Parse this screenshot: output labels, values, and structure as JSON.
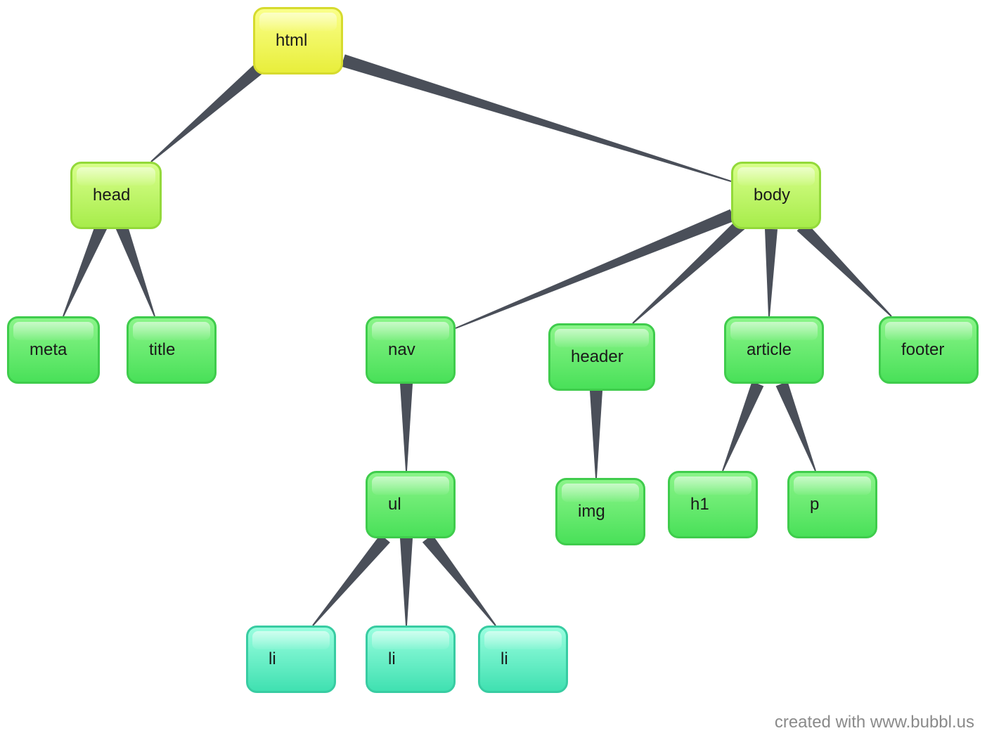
{
  "diagram": {
    "type": "tree",
    "root": "html",
    "nodes": [
      {
        "id": "html",
        "label": "html",
        "level": "root"
      },
      {
        "id": "head",
        "label": "head",
        "level": "1"
      },
      {
        "id": "body",
        "label": "body",
        "level": "1"
      },
      {
        "id": "meta",
        "label": "meta",
        "level": "2"
      },
      {
        "id": "title",
        "label": "title",
        "level": "2"
      },
      {
        "id": "nav",
        "label": "nav",
        "level": "2"
      },
      {
        "id": "header",
        "label": "header",
        "level": "2"
      },
      {
        "id": "article",
        "label": "article",
        "level": "2"
      },
      {
        "id": "footer",
        "label": "footer",
        "level": "2"
      },
      {
        "id": "ul",
        "label": "ul",
        "level": "2"
      },
      {
        "id": "img",
        "label": "img",
        "level": "2"
      },
      {
        "id": "h1",
        "label": "h1",
        "level": "2"
      },
      {
        "id": "p",
        "label": "p",
        "level": "2"
      },
      {
        "id": "li1",
        "label": "li",
        "level": "3"
      },
      {
        "id": "li2",
        "label": "li",
        "level": "3"
      },
      {
        "id": "li3",
        "label": "li",
        "level": "3"
      }
    ],
    "edges": [
      {
        "from": "html",
        "to": "head"
      },
      {
        "from": "html",
        "to": "body"
      },
      {
        "from": "head",
        "to": "meta"
      },
      {
        "from": "head",
        "to": "title"
      },
      {
        "from": "body",
        "to": "nav"
      },
      {
        "from": "body",
        "to": "header"
      },
      {
        "from": "body",
        "to": "article"
      },
      {
        "from": "body",
        "to": "footer"
      },
      {
        "from": "nav",
        "to": "ul"
      },
      {
        "from": "header",
        "to": "img"
      },
      {
        "from": "article",
        "to": "h1"
      },
      {
        "from": "article",
        "to": "p"
      },
      {
        "from": "ul",
        "to": "li1"
      },
      {
        "from": "ul",
        "to": "li2"
      },
      {
        "from": "ul",
        "to": "li3"
      }
    ],
    "colors": {
      "root_top": "#faff8a",
      "root_bottom": "#e8ee3a",
      "root_border": "#d6db2e",
      "level1_top": "#d9ff8c",
      "level1_bottom": "#a6ec4a",
      "level1_border": "#93d93a",
      "level2_top": "#8cf58a",
      "level2_bottom": "#48e058",
      "level2_border": "#3fcc4c",
      "level3_top": "#9bffe0",
      "level3_bottom": "#3ee0b0",
      "level3_border": "#38cca2",
      "edge": "#4a4f59"
    }
  },
  "footer": {
    "credit": "created with www.bubbl.us"
  }
}
